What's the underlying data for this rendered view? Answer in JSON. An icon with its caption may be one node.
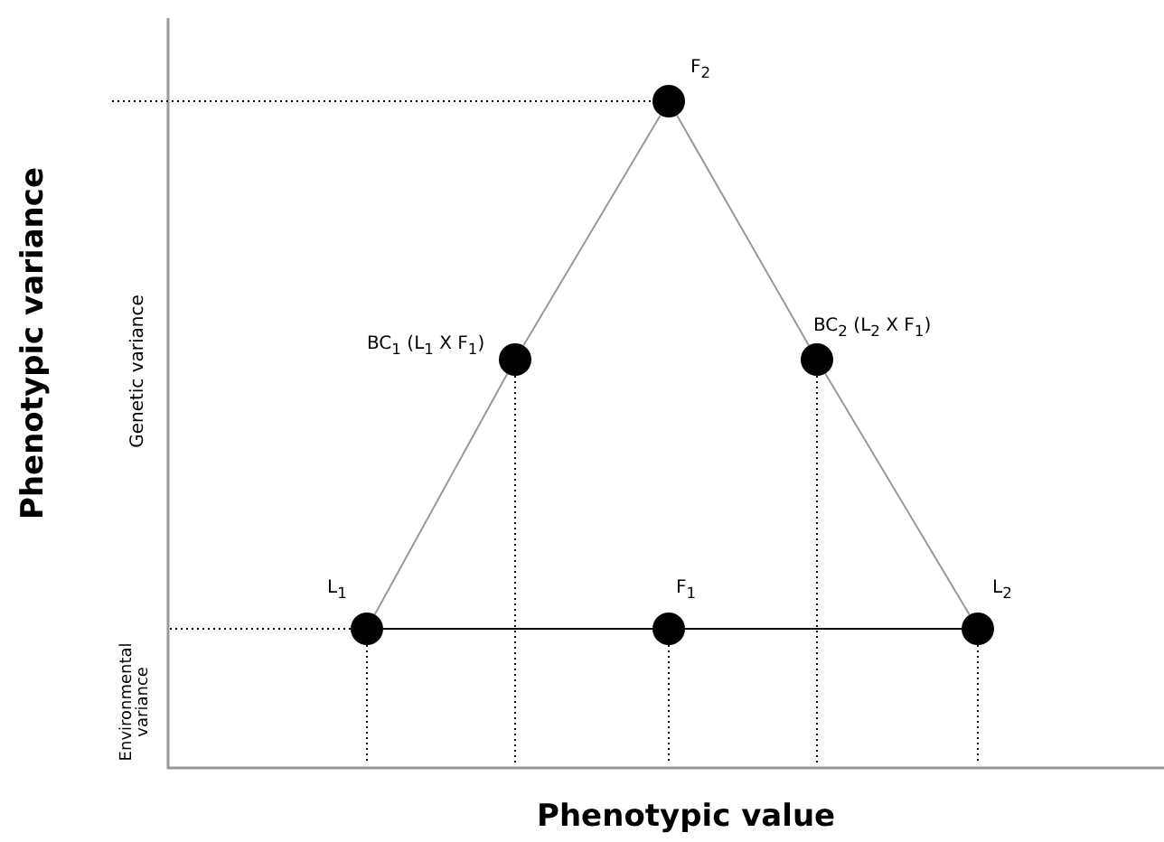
{
  "diagram": {
    "nodes": [
      {
        "text": [],
        "shape": "circle",
        "beside": [
          "F$_{2}$"
        ]
      },
      {
        "text": [],
        "shape": "circle",
        "beside": [
          "BC$_{1}$ (L$_{1}$ X F$_{1}$)"
        ]
      },
      {
        "text": [],
        "shape": "circle",
        "beside": [
          "BC$_{2}$ (L$_{2}$ X F$_{1}$)"
        ]
      },
      {
        "text": [],
        "shape": "circle",
        "beside": [
          "L$_{1}$"
        ]
      },
      {
        "text": [],
        "shape": "circle",
        "beside": [
          "F$_{1}$"
        ]
      },
      {
        "text": [],
        "shape": "circle",
        "beside": [
          "L$_{2}$"
        ]
      }
    ],
    "edges": [
      {
        "from": 0,
        "to": 1,
        "arrow": "none"
      },
      {
        "from": 0,
        "to": 2,
        "arrow": "none"
      },
      {
        "from": 1,
        "to": 3,
        "arrow": "none"
      },
      {
        "from": 2,
        "to": 5,
        "arrow": "none"
      },
      {
        "from": 3,
        "to": 4,
        "arrow": "none",
        "color": "#000000"
      },
      {
        "from": 4,
        "to": 5,
        "arrow": "none",
        "color": "#000000"
      }
    ],
    "labels": [
      "Phenotypic variance",
      "Genetic variance",
      "Environmental variance",
      "Phenotypic value"
    ]
  }
}
